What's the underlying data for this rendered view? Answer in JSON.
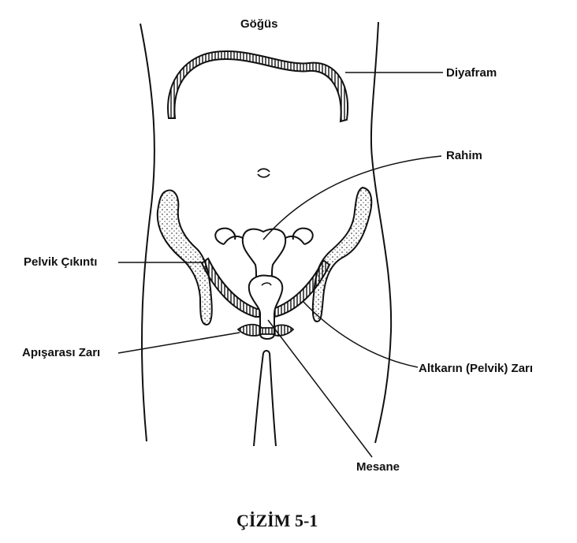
{
  "labels": {
    "chest": "Göğüs",
    "diaphragm": "Diyafram",
    "uterus": "Rahim",
    "pelvic_bone": "Pelvik Çıkıntı",
    "perineum": "Apışarası Zarı",
    "pelvic_floor": "Altkarın (Pelvik) Zarı",
    "bladder": "Mesane"
  },
  "caption": "ÇİZİM 5-1",
  "colors": {
    "ink": "#111111",
    "background": "#ffffff"
  }
}
